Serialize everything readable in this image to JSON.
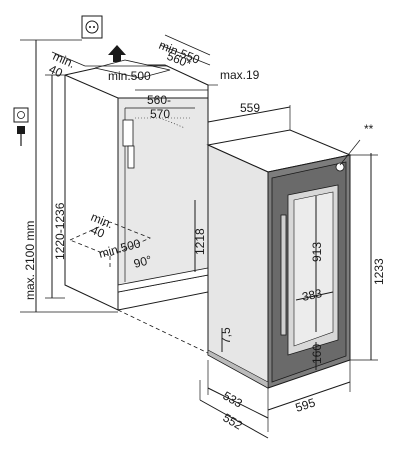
{
  "labels": {
    "min_550": "min.550",
    "d560_star": "560*",
    "min_40_top": "min.\n40",
    "min_500_top": "min.500",
    "max_19": "max.19",
    "n560_570_a": "560-",
    "n560_570_b": "570",
    "n559": "559",
    "star2": "**",
    "max_2100": "max. 2100 mm",
    "r1220_1236": "1220-1236",
    "min_40_bottom_a": "min.",
    "min_40_bottom_b": "40",
    "min_500_bottom": "min.500",
    "deg90": "90°",
    "n1218": "1218",
    "n913": "913",
    "n383": "383",
    "n1233": "1233",
    "n7_5": "7,5",
    "n160": "160",
    "n533": "533",
    "n595": "595",
    "n552": "552"
  },
  "icons": {
    "socket_top": "socket-icon",
    "arrow_up": "ventilation-arrow-icon",
    "socket_left": "socket-icon",
    "plug_left": "plug-icon"
  }
}
